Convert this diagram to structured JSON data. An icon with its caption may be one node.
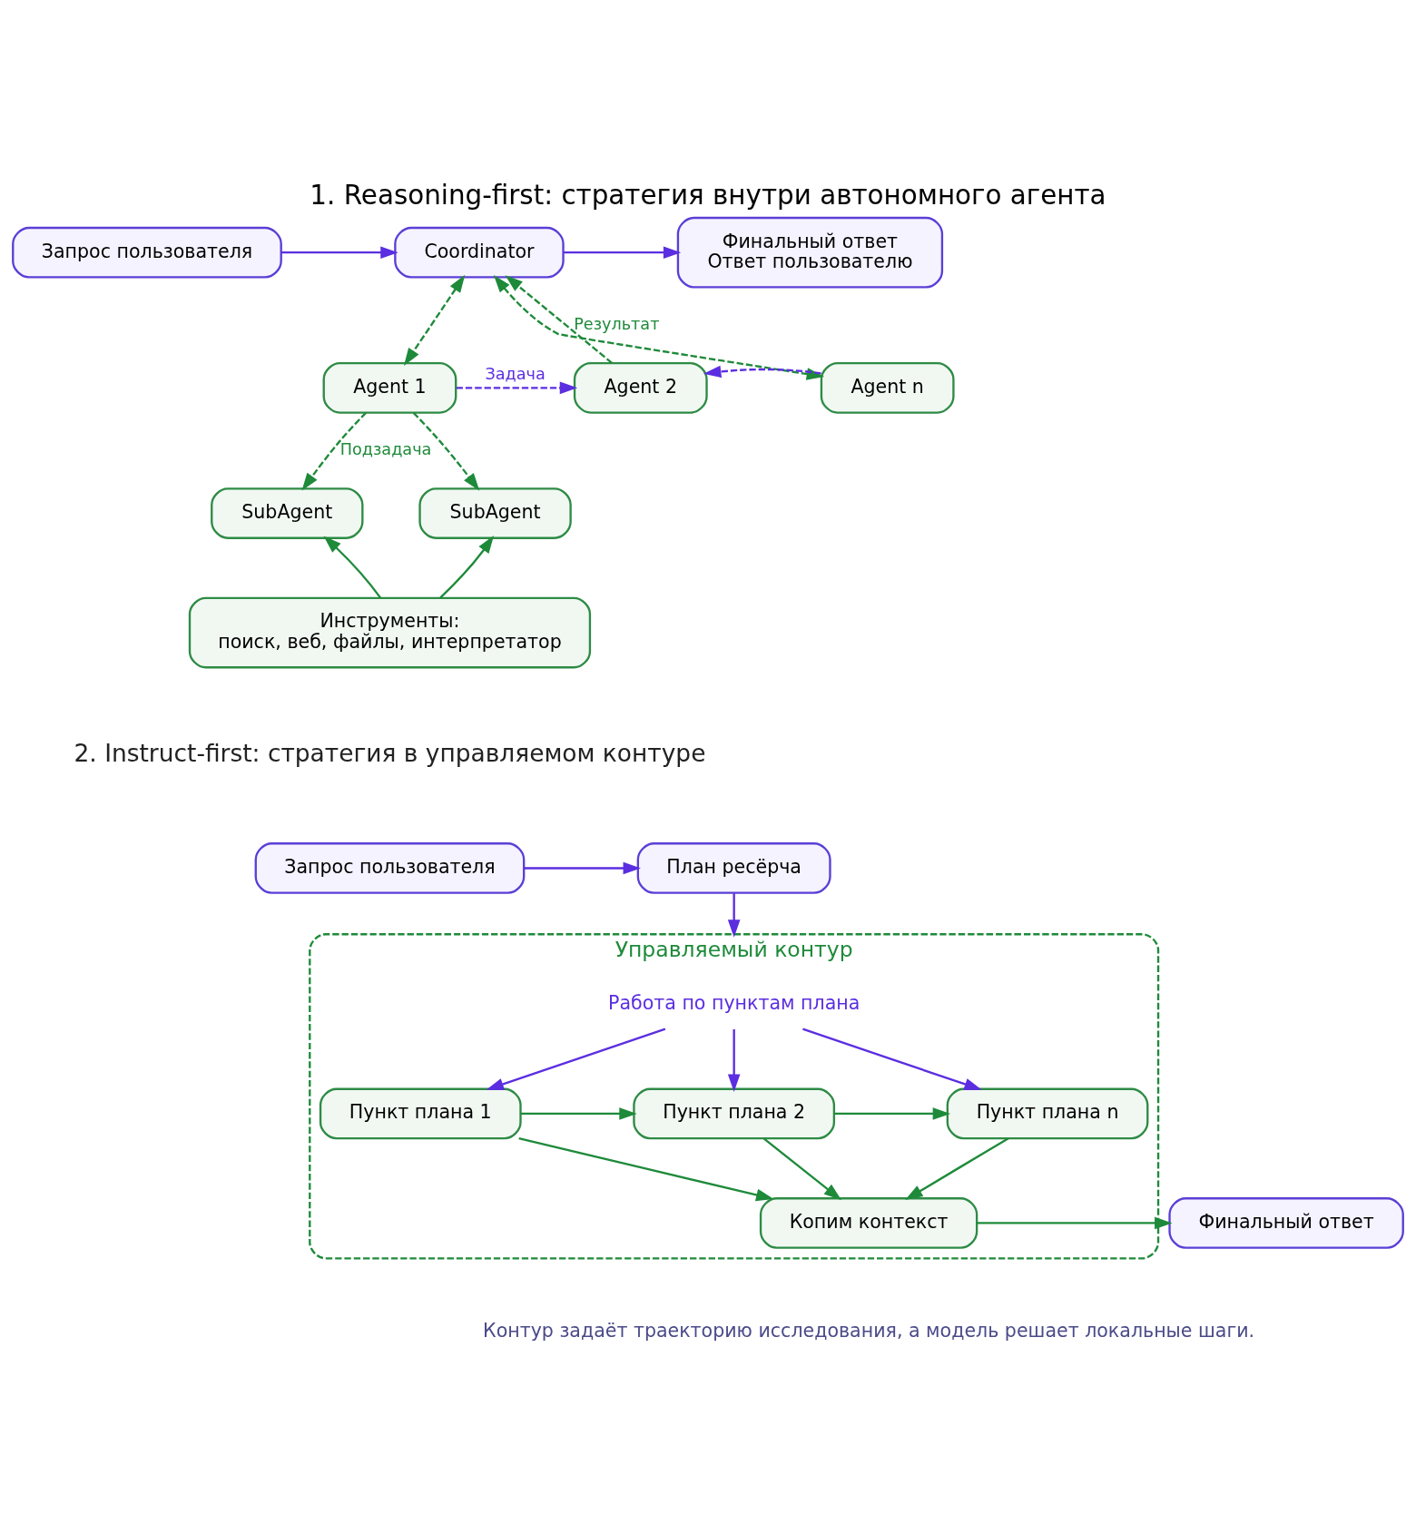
{
  "diagram": {
    "title": "1. Reasoning-first: стратегия внутри автономного агента",
    "nodes": [
      {
        "text": [
          "Запрос пользователя"
        ]
      },
      {
        "text": [
          "Coordinator"
        ]
      },
      {
        "text": [
          "Финальный ответ",
          "Ответ пользователю"
        ]
      },
      {
        "text": [
          "Agent 1"
        ]
      },
      {
        "text": [
          "Agent 2"
        ]
      },
      {
        "text": [
          "Agent n"
        ]
      },
      {
        "text": [
          "SubAgent"
        ]
      },
      {
        "text": [
          "SubAgent"
        ]
      },
      {
        "text": [
          "Инструменты:",
          "поиск, веб, файлы, интерпретатор"
        ]
      },
      {
        "text": [
          "Запрос пользователя"
        ]
      },
      {
        "text": [
          "План ресёрча"
        ]
      },
      {
        "text": [
          "Управляемый контур"
        ]
      },
      {
        "text": [
          "Работа по пунктам плана"
        ],
        "in": 11
      },
      {
        "text": [
          "Пункт плана 1"
        ],
        "in": 11
      },
      {
        "text": [
          "Пункт плана 2"
        ],
        "in": 11
      },
      {
        "text": [
          "Пункт плана n"
        ],
        "in": 11
      },
      {
        "text": [
          "Копим контекст"
        ],
        "in": 11
      },
      {
        "text": [
          "Финальный ответ"
        ]
      }
    ],
    "edges": [
      {
        "from": 0,
        "to": 1,
        "arrow": "to",
        "color": "#5b2ee0"
      },
      {
        "from": 1,
        "to": 2,
        "arrow": "to",
        "color": "#5b2ee0"
      },
      {
        "from": 1,
        "to": 3,
        "arrow": "both",
        "style": "dashed"
      },
      {
        "from": 4,
        "to": 1,
        "arrow": "to",
        "style": "dashed",
        "label": "Результат"
      },
      {
        "from": 1,
        "to": 5,
        "arrow": "both",
        "style": "dashed"
      },
      {
        "from": 3,
        "to": 4,
        "arrow": "to",
        "style": "dashed",
        "color": "#5b2ee0",
        "label": "Задача"
      },
      {
        "from": 5,
        "to": 4,
        "arrow": "to",
        "style": "dashed",
        "color": "#5b2ee0"
      },
      {
        "from": 3,
        "to": 6,
        "arrow": "to",
        "style": "dashed",
        "label": "Подзадача"
      },
      {
        "from": 3,
        "to": 7,
        "arrow": "to",
        "style": "dashed"
      },
      {
        "from": 8,
        "to": 6,
        "arrow": "to"
      },
      {
        "from": 8,
        "to": 7,
        "arrow": "to"
      },
      {
        "from": 9,
        "to": 10,
        "arrow": "to",
        "color": "#5b2ee0"
      },
      {
        "from": 10,
        "to": 11,
        "arrow": "to",
        "color": "#5b2ee0"
      },
      {
        "from": 12,
        "to": 13,
        "arrow": "to",
        "color": "#5b2ee0"
      },
      {
        "from": 12,
        "to": 14,
        "arrow": "to",
        "color": "#5b2ee0"
      },
      {
        "from": 12,
        "to": 15,
        "arrow": "to",
        "color": "#5b2ee0"
      },
      {
        "from": 13,
        "to": 14,
        "arrow": "to"
      },
      {
        "from": 14,
        "to": 15,
        "arrow": "to"
      },
      {
        "from": 13,
        "to": 16,
        "arrow": "to"
      },
      {
        "from": 14,
        "to": 16,
        "arrow": "to"
      },
      {
        "from": 15,
        "to": 16,
        "arrow": "to"
      },
      {
        "from": 16,
        "to": 17,
        "arrow": "to"
      }
    ],
    "labels": [
      "2. Instruct-first: стратегия в управляемом контуре",
      "Контур задаёт траекторию исследования, а модель решает локальные шаги."
    ]
  }
}
